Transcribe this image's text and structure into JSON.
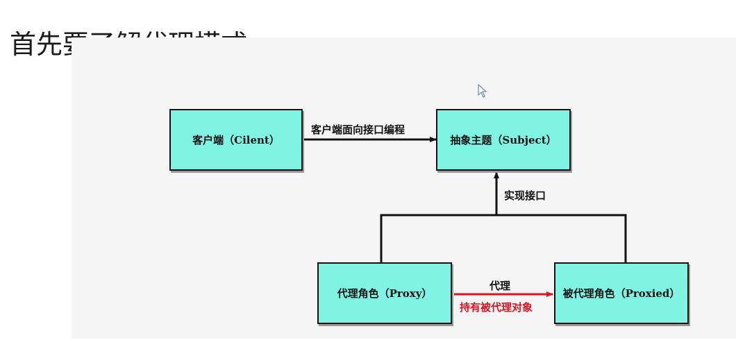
{
  "title": "首先要了解代理模式",
  "diagram": {
    "nodes": {
      "client": "客户端（Cilent）",
      "subject": "抽象主题（Subject）",
      "proxy": "代理角色（Proxy）",
      "proxied": "被代理角色（Proxied）"
    },
    "edges": {
      "client_to_subject": "客户端面向接口编程",
      "implements": "实现接口",
      "proxy_label": "代理",
      "holds_label": "持有被代理对象"
    },
    "colors": {
      "node_fill": "#7ff3e4",
      "highlight_text": "#e0131f",
      "highlight_arrow": "#e0131f"
    }
  }
}
